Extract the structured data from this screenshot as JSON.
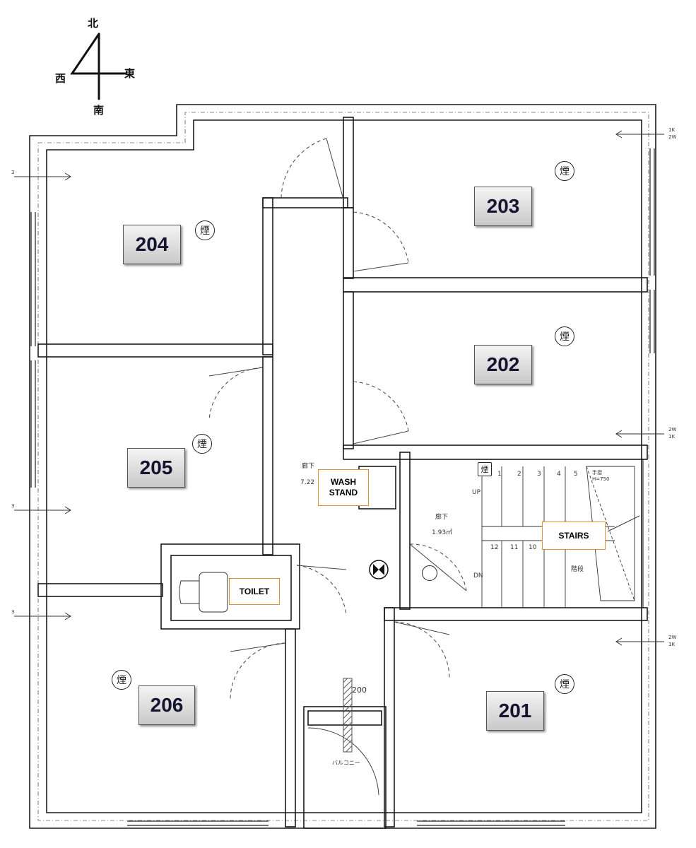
{
  "compass": {
    "north": "北",
    "east": "東",
    "south": "南",
    "west": "西"
  },
  "rooms": {
    "r201": "201",
    "r202": "202",
    "r203": "203",
    "r204": "204",
    "r205": "205",
    "r206": "206"
  },
  "tags": {
    "wash_stand": "WASH STAND",
    "toilet": "TOILET",
    "stairs": "STAIRS"
  },
  "smoke_detector_symbol": "煙",
  "hall_label": "廊下",
  "hall_area_1": "7.22",
  "hall_area_2": "1.93㎡",
  "up_label": "UP",
  "dn_label": "DN",
  "stair_label": "階段",
  "stair_steps_top": [
    "1",
    "2",
    "3",
    "4",
    "5"
  ],
  "stair_steps_bottom": [
    "12",
    "11",
    "10"
  ],
  "handrail_note": "手摺",
  "handrail_height": "H=750",
  "dimension_200": "200",
  "balcony_label": "バルコニー",
  "vent_label_1": "2W",
  "vent_label_2": "1K",
  "vent_label_left": "3",
  "colors": {
    "wall": "#1a1a1a",
    "tag_border": "#e0902d",
    "label_text": "#16132e"
  }
}
